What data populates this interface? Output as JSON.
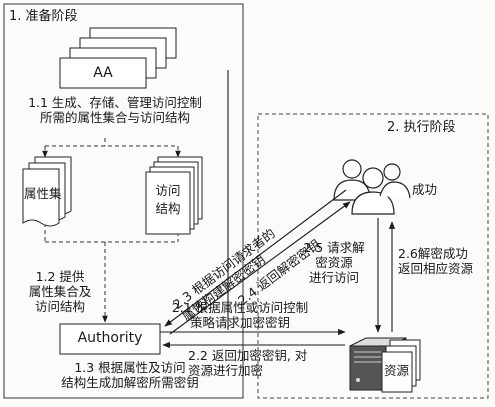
{
  "phase1": {
    "title": "1. 准备阶段"
  },
  "phase2": {
    "title": "2. 执行阶段"
  },
  "nodes": {
    "aa": "AA",
    "attr_set": "属性集",
    "access_struct": [
      "访问",
      "结构"
    ],
    "authority": "Authority",
    "success": "成功",
    "resource": "资源"
  },
  "steps": {
    "s1_1": [
      "1.1 生成、存储、管理访问控制",
      "所需的属性集合与访问结构"
    ],
    "s1_2": [
      "1.2 提供",
      "属性集合及",
      "访问结构"
    ],
    "s1_3": [
      "1.3 根据属性及访问",
      "结构生成加解密所需密钥"
    ],
    "s2_1": [
      "2.1 根据属性或访问控制",
      "策略请求加密密钥"
    ],
    "s2_2": [
      "2.2 返回加密密钥, 对",
      "资源进行加密"
    ],
    "s2_3": [
      "2.3 根据访问请求者的",
      "属性构建解密密钥"
    ],
    "s2_4": "2.4 返回解密密钥",
    "s2_5": [
      "2.5 请求解",
      "密资源",
      "进行访问"
    ],
    "s2_6": [
      "2.6解密成功",
      "返回相应资源"
    ]
  },
  "icons": [
    "document-stack-icon",
    "users-icon",
    "server-icon"
  ]
}
